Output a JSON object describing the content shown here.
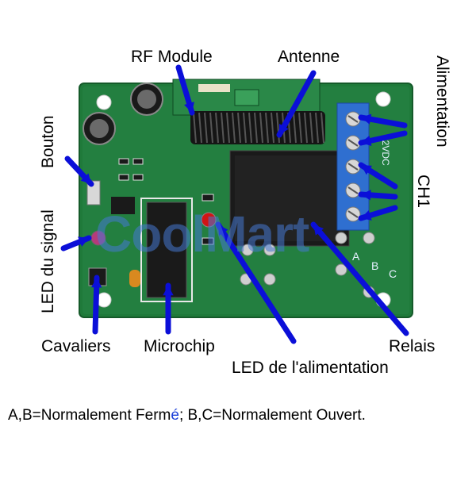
{
  "labels": {
    "rf_module": "RF Module",
    "antenne": "Antenne",
    "alimentation": "Alimentation",
    "bouton": "Bouton",
    "led_signal": "LED du signal",
    "ch1": "CH1",
    "cavaliers": "Cavaliers",
    "microchip": "Microchip",
    "relais": "Relais",
    "led_alimentation": "LED de l'alimentation"
  },
  "caption": {
    "part1": "A,B=Normalement Ferm",
    "accent": "é",
    "part2": "; B,C=Normalement Ouvert."
  },
  "board_marks": {
    "voltage": "12VDC",
    "terminal_a": "A",
    "terminal_b": "B",
    "terminal_c": "C"
  },
  "watermark": "CoolMart",
  "colors": {
    "pcb": "#1f7a3a",
    "arrow": "#0b0fd8",
    "terminal": "#2f6fd0",
    "relay": "#1a1a1a",
    "led": "#d01515"
  }
}
